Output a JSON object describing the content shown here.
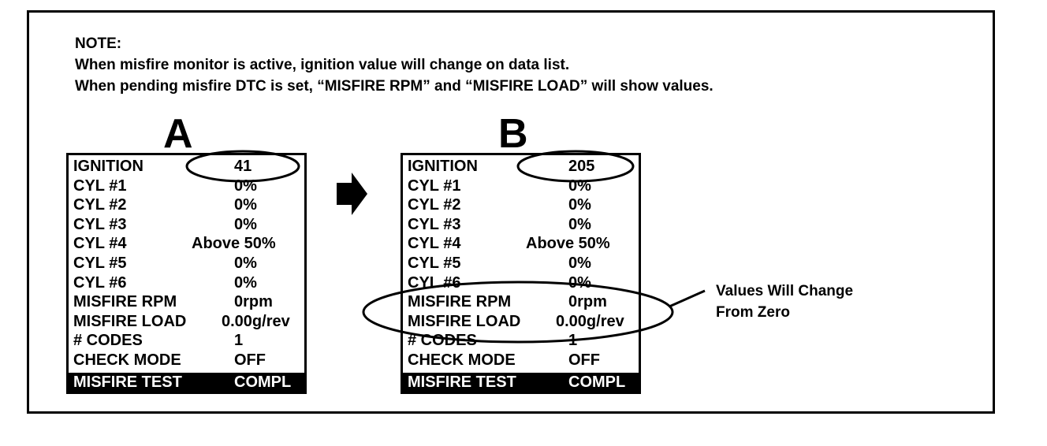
{
  "note": {
    "heading": "NOTE:",
    "line1": "When misfire monitor is active, ignition value will change on data list.",
    "line2": "When pending misfire DTC is set, “MISFIRE RPM” and “MISFIRE LOAD” will show values."
  },
  "panel_a": {
    "letter": "A",
    "rows": [
      {
        "label": "IGNITION",
        "value": "41"
      },
      {
        "label": "CYL #1",
        "value": "0%"
      },
      {
        "label": "CYL #2",
        "value": "0%"
      },
      {
        "label": "CYL #3",
        "value": "0%"
      },
      {
        "label": "CYL #4",
        "value": "Above 50%"
      },
      {
        "label": "CYL #5",
        "value": "0%"
      },
      {
        "label": "CYL #6",
        "value": "0%"
      },
      {
        "label": "MISFIRE RPM",
        "value": "0rpm"
      },
      {
        "label": "MISFIRE LOAD",
        "value": "0.00g/rev"
      },
      {
        "label": "# CODES",
        "value": "1"
      },
      {
        "label": "CHECK MODE",
        "value": "OFF"
      }
    ],
    "footer": {
      "label": "MISFIRE TEST",
      "value": "COMPL"
    }
  },
  "panel_b": {
    "letter": "B",
    "rows": [
      {
        "label": "IGNITION",
        "value": "205"
      },
      {
        "label": "CYL #1",
        "value": "0%"
      },
      {
        "label": "CYL #2",
        "value": "0%"
      },
      {
        "label": "CYL #3",
        "value": "0%"
      },
      {
        "label": "CYL #4",
        "value": "Above 50%"
      },
      {
        "label": "CYL #5",
        "value": "0%"
      },
      {
        "label": "CYL #6",
        "value": "0%"
      },
      {
        "label": "MISFIRE RPM",
        "value": "0rpm"
      },
      {
        "label": "MISFIRE LOAD",
        "value": "0.00g/rev"
      },
      {
        "label": "# CODES",
        "value": "1"
      },
      {
        "label": "CHECK MODE",
        "value": "OFF"
      }
    ],
    "footer": {
      "label": "MISFIRE TEST",
      "value": "COMPL"
    }
  },
  "annotation": {
    "line1": "Values Will Change",
    "line2": "From Zero"
  },
  "arrow_icon": "right-arrow-icon"
}
